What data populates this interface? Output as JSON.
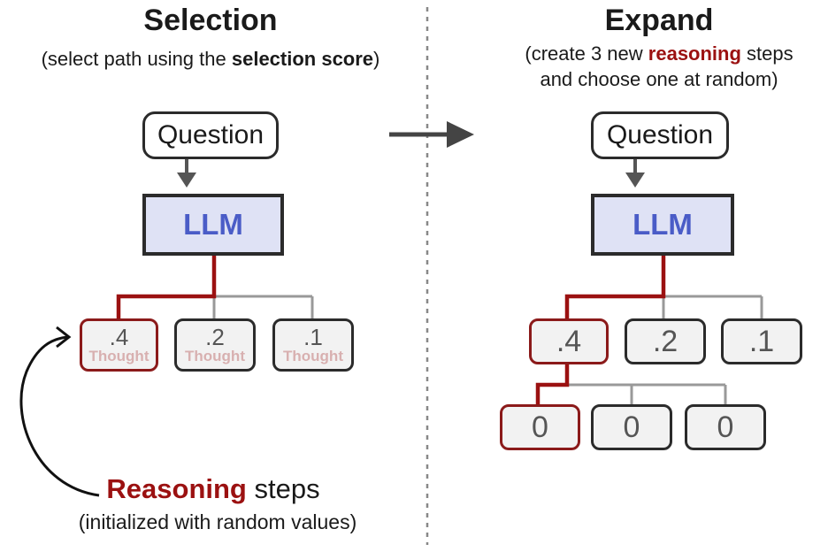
{
  "left": {
    "title": "Selection",
    "subtitle_pre": "(select path using the ",
    "subtitle_bold": "selection score",
    "subtitle_post": ")",
    "question": "Question",
    "llm": "LLM",
    "nodes": [
      {
        "score": ".4",
        "label": "Thought"
      },
      {
        "score": ".2",
        "label": "Thought"
      },
      {
        "score": ".1",
        "label": "Thought"
      }
    ]
  },
  "right": {
    "title": "Expand",
    "subtitle_line1_pre": "(create 3 new ",
    "subtitle_line1_red": "reasoning",
    "subtitle_line1_post": " steps",
    "subtitle_line2": "and choose one at random)",
    "question": "Question",
    "llm": "LLM",
    "nodes": [
      {
        "score": ".4"
      },
      {
        "score": ".2"
      },
      {
        "score": ".1"
      }
    ],
    "children": [
      {
        "score": "0"
      },
      {
        "score": "0"
      },
      {
        "score": "0"
      }
    ]
  },
  "caption": {
    "red": "Reasoning",
    "rest": " steps",
    "sub": "(initialized with random values)"
  },
  "colors": {
    "selected_path": "#9b1111",
    "llm_fill": "#dfe2f5",
    "llm_text": "#4a5cc7",
    "connector": "#999999"
  }
}
